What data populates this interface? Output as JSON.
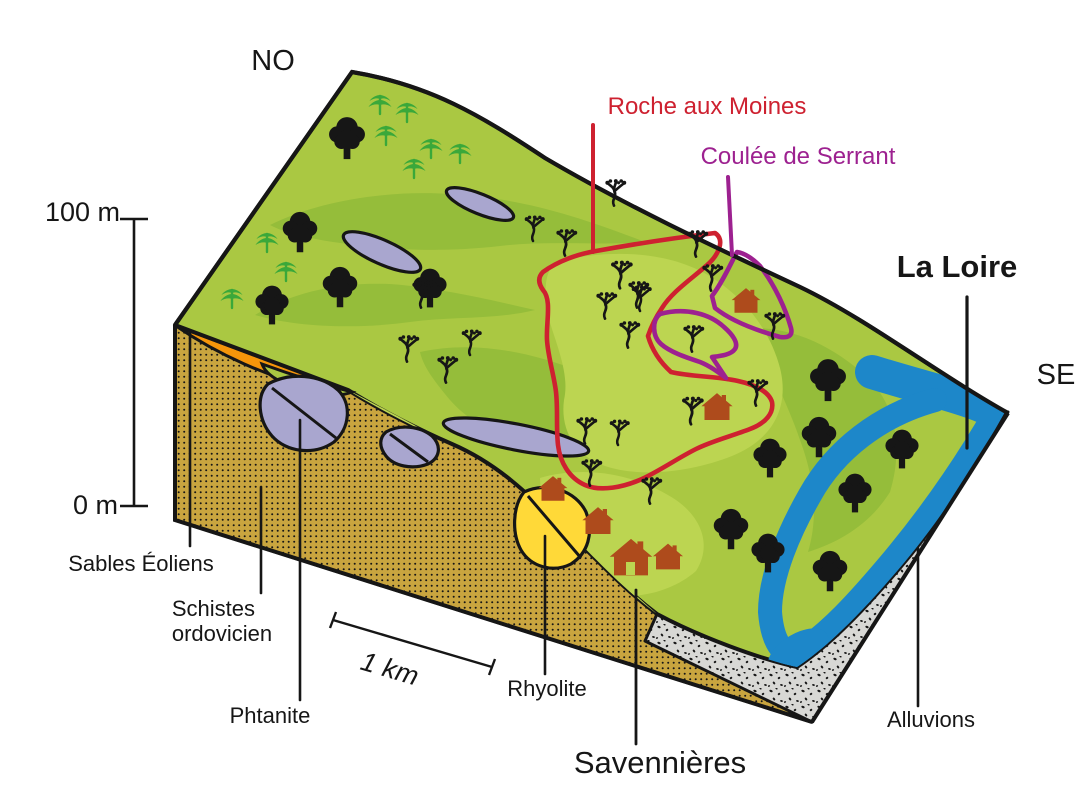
{
  "orientation": {
    "nw": "NO",
    "se": "SE"
  },
  "elevation_scale": {
    "top_label": "100 m",
    "bottom_label": "0 m"
  },
  "scale_bar": {
    "label": "1 km"
  },
  "vineyards": {
    "roche_aux_moines": {
      "label": "Roche aux Moines",
      "color": "#ce2130"
    },
    "coulee_de_serrant": {
      "label": "Coulée de Serrant",
      "color": "#9d2190"
    }
  },
  "river": {
    "label": "La Loire",
    "color": "#1d87c9"
  },
  "village": {
    "label": "Savennières"
  },
  "geology": {
    "sables_eoliens": {
      "label": "Sables Éoliens",
      "color": "#f5950a"
    },
    "schistes_ordovicien": {
      "label": "Schistes\nordovicien",
      "color": "#c9a53f"
    },
    "phtanite": {
      "label": "Phtanite",
      "color": "#a9a6cf"
    },
    "rhyolite": {
      "label": "Rhyolite",
      "color": "#ffd938"
    },
    "alluvions": {
      "label": "Alluvions",
      "color": "#d8d8d5"
    }
  },
  "surface_colors": {
    "grass_main": "#aac842",
    "grass_dark": "#95bd3a",
    "grass_light": "#bcd551",
    "pine": "#3aa83a",
    "house": "#ae4b1c"
  }
}
